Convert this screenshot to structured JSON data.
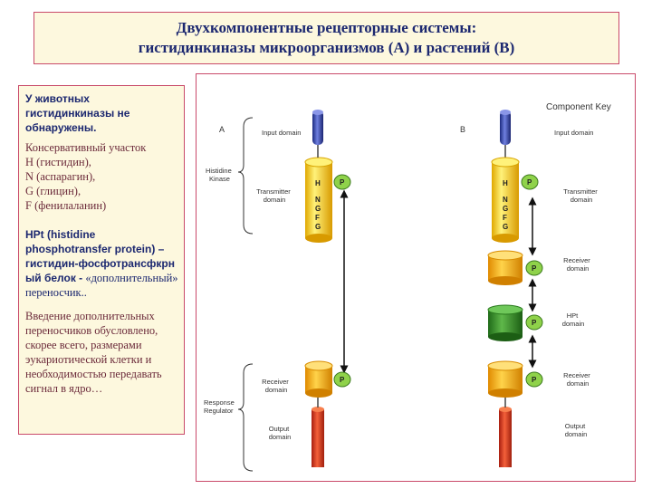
{
  "title": {
    "line1": "Двухкомпонентные рецепторные системы:",
    "line2": "гистидинкиназы микроорганизмов (А) и растений (В)"
  },
  "sidebar": {
    "p1_bold": "У животных гистидинкиназы не обнаружены.",
    "p1_lines": [
      "Консервативный участок",
      "H (гистидин),",
      "N (аспарагин),",
      "G (глицин),",
      "F (фенилаланин)"
    ],
    "p2_bold": "HPt  (histidine phosphotransfer protein) – гистидин-фосфотрансфкрн ый белок -",
    "p2_normal": "«дополнительный» переносчик..",
    "p3": "Введение дополнительных переносчиков обусловлено, скорее всего, размерами эукариотической клетки и необходимостью передавать сигнал в ядро…"
  },
  "diagram": {
    "component_key": "Component Key",
    "panel_a": "A",
    "panel_b": "B",
    "histidine_kinase": [
      "Histidine",
      "Kinase"
    ],
    "response_regulator": [
      "Response",
      "Regulator"
    ],
    "input_domain": "Input domain",
    "transmitter_domain": [
      "Transmitter",
      "domain"
    ],
    "receiver_domain": [
      "Receiver",
      "domain"
    ],
    "output_domain": [
      "Output",
      "domain"
    ],
    "hpt_domain": [
      "HPt",
      "domain"
    ],
    "residues": [
      "H",
      "N",
      "G",
      "F",
      "G"
    ],
    "phospho": "P"
  },
  "colors": {
    "title_text": "#1c2870",
    "box_border": "#c94a6a",
    "box_fill": "#fdf8de",
    "cylinder_yellow": "#f5d020",
    "receiver_orange": "#f2b01e",
    "hpt_green": "#3a8f2c",
    "output_red": "#d8361c",
    "input_blue": "#3a4aa8",
    "phospho_green": "#8fd24a"
  }
}
